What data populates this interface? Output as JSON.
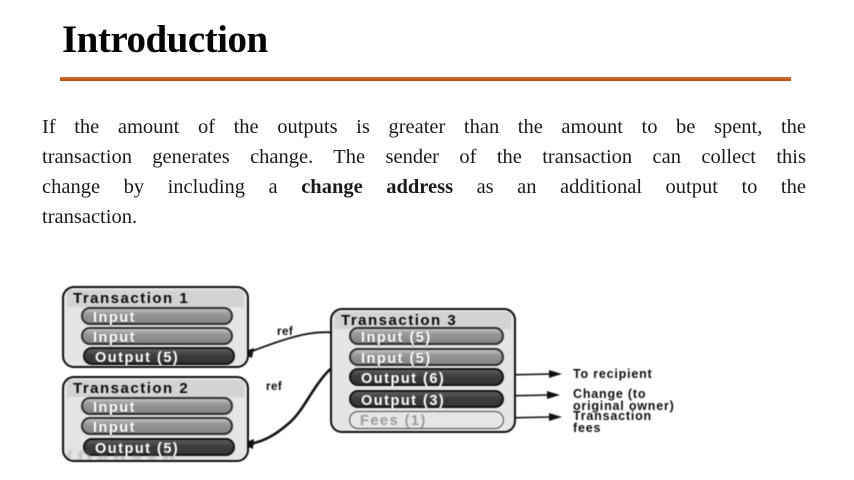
{
  "slide": {
    "title": "Introduction"
  },
  "paragraph": {
    "line1": "If the amount of the outputs is greater than the amount to be spent, the",
    "line2": "transaction generates change. The sender of the transaction can collect this",
    "line3_pre": "change by including a ",
    "line3_bold": "change address",
    "line3_post": " as an additional output to the",
    "line4": "transaction."
  },
  "diagram": {
    "tx1": {
      "title": "Transaction 1",
      "rows": [
        "Input",
        "Input",
        "Output (5)"
      ]
    },
    "tx2": {
      "title": "Transaction 2",
      "rows": [
        "Input",
        "Input",
        "Output (5)"
      ]
    },
    "tx3": {
      "title": "Transaction 3",
      "rows": [
        "Input (5)",
        "Input (5)",
        "Output (6)",
        "Output (3)",
        "Fees (1)"
      ]
    },
    "ref_label_1": "ref",
    "ref_label_2": "ref",
    "labels": {
      "recipient": "To recipient",
      "change_line1": "Change (to",
      "change_line2": "original owner)",
      "fees_line1": "Transaction",
      "fees_line2": "fees"
    },
    "watermark_fragment": "(Debash"
  },
  "colors": {
    "accent_rule": "#C65D1E",
    "box_background": "#E5E5E5",
    "input_pill": "#989898",
    "output_pill": "#3D3D3D",
    "fees_pill_background": "#E6E6E6",
    "fees_pill_text": "#9B9B9B"
  }
}
